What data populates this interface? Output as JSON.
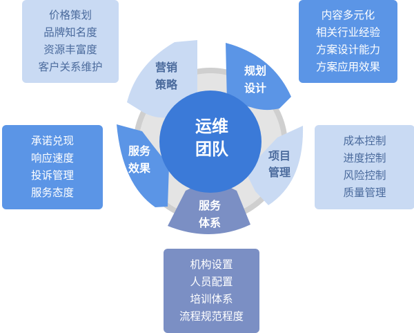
{
  "center": {
    "line1": "运维",
    "line2": "团队"
  },
  "segments": {
    "marketing": {
      "line1": "营销",
      "line2": "策略"
    },
    "planning": {
      "line1": "规划",
      "line2": "设计"
    },
    "project": {
      "line1": "项目",
      "line2": "管理"
    },
    "service_system": {
      "line1": "服务",
      "line2": "体系"
    },
    "service_effect": {
      "line1": "服务",
      "line2": "效果"
    }
  },
  "boxes": {
    "top_left": [
      "价格策划",
      "品牌知名度",
      "资源丰富度",
      "客户关系维护"
    ],
    "top_right": [
      "内容多元化",
      "相关行业经验",
      "方案设计能力",
      "方案应用效果"
    ],
    "middle_left": [
      "承诺兑现",
      "响应速度",
      "投诉管理",
      "服务态度"
    ],
    "middle_right": [
      "成本控制",
      "进度控制",
      "风险控制",
      "质量管理"
    ],
    "bottom": [
      "机构设置",
      "人员配置",
      "培训体系",
      "流程规范程度"
    ]
  },
  "colors": {
    "light_box": "#c9daf3",
    "blue_box": "#5b95e6",
    "slate_box": "#7b8fc4",
    "center": "#3b7ad8",
    "ring": "#cfcfcf"
  }
}
